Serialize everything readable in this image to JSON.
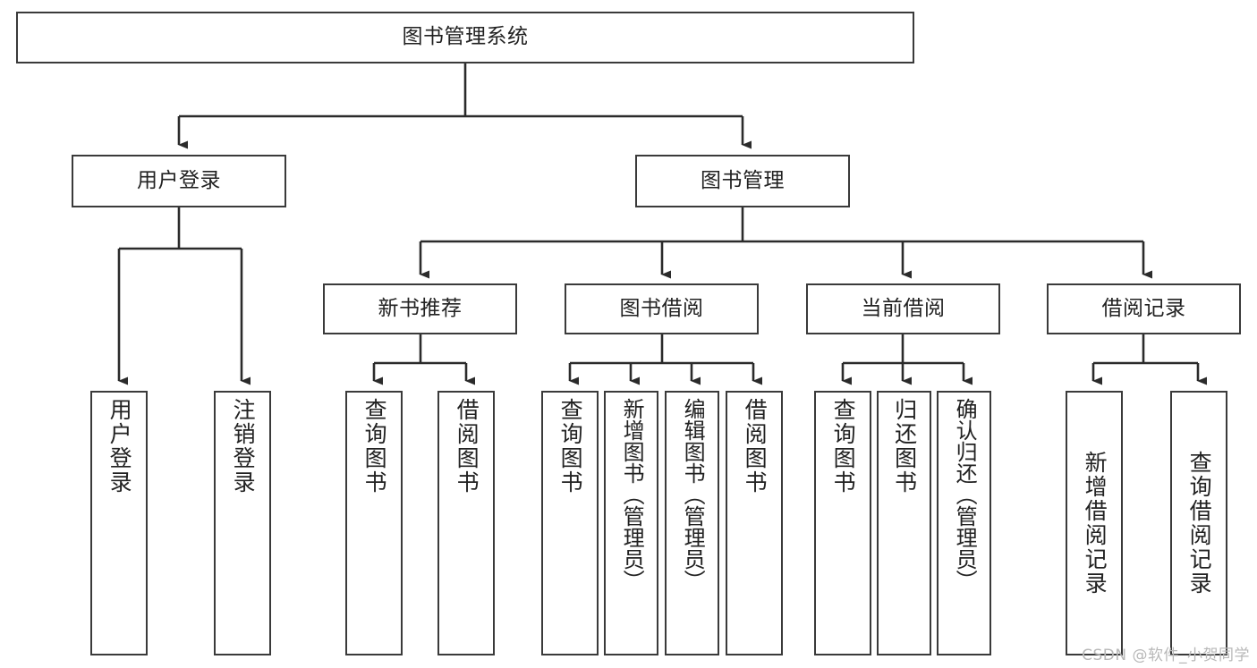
{
  "diagram": {
    "title": "图书管理系统",
    "type": "tree-hierarchy-chart",
    "colors": {
      "background": "#ffffff",
      "node_border": "#3a3a3a",
      "node_fill": "#ffffff",
      "text": "#222222",
      "edge": "#2b2b2b",
      "watermark": "#b8b8b8"
    },
    "root": {
      "label": "图书管理系统"
    },
    "level2": [
      {
        "label": "用户登录"
      },
      {
        "label": "图书管理"
      }
    ],
    "level3": [
      {
        "label": "新书推荐"
      },
      {
        "label": "图书借阅"
      },
      {
        "label": "当前借阅"
      },
      {
        "label": "借阅记录"
      }
    ],
    "leaves": {
      "user_login": [
        {
          "label": "用户登录"
        },
        {
          "label": "注销登录"
        }
      ],
      "new_book_recommend": [
        {
          "label": "查询图书"
        },
        {
          "label": "借阅图书"
        }
      ],
      "book_borrow": [
        {
          "label": "查询图书"
        },
        {
          "label": "新增图书（管理员）"
        },
        {
          "label": "编辑图书（管理员）"
        },
        {
          "label": "借阅图书"
        }
      ],
      "current_borrow": [
        {
          "label": "查询图书"
        },
        {
          "label": "归还图书"
        },
        {
          "label": "确认归还（管理员）"
        }
      ],
      "borrow_records": [
        {
          "label": "新增借阅记录"
        },
        {
          "label": "查询借阅记录"
        }
      ]
    }
  },
  "watermark": {
    "text": "CSDN @软件_小贺同学"
  }
}
